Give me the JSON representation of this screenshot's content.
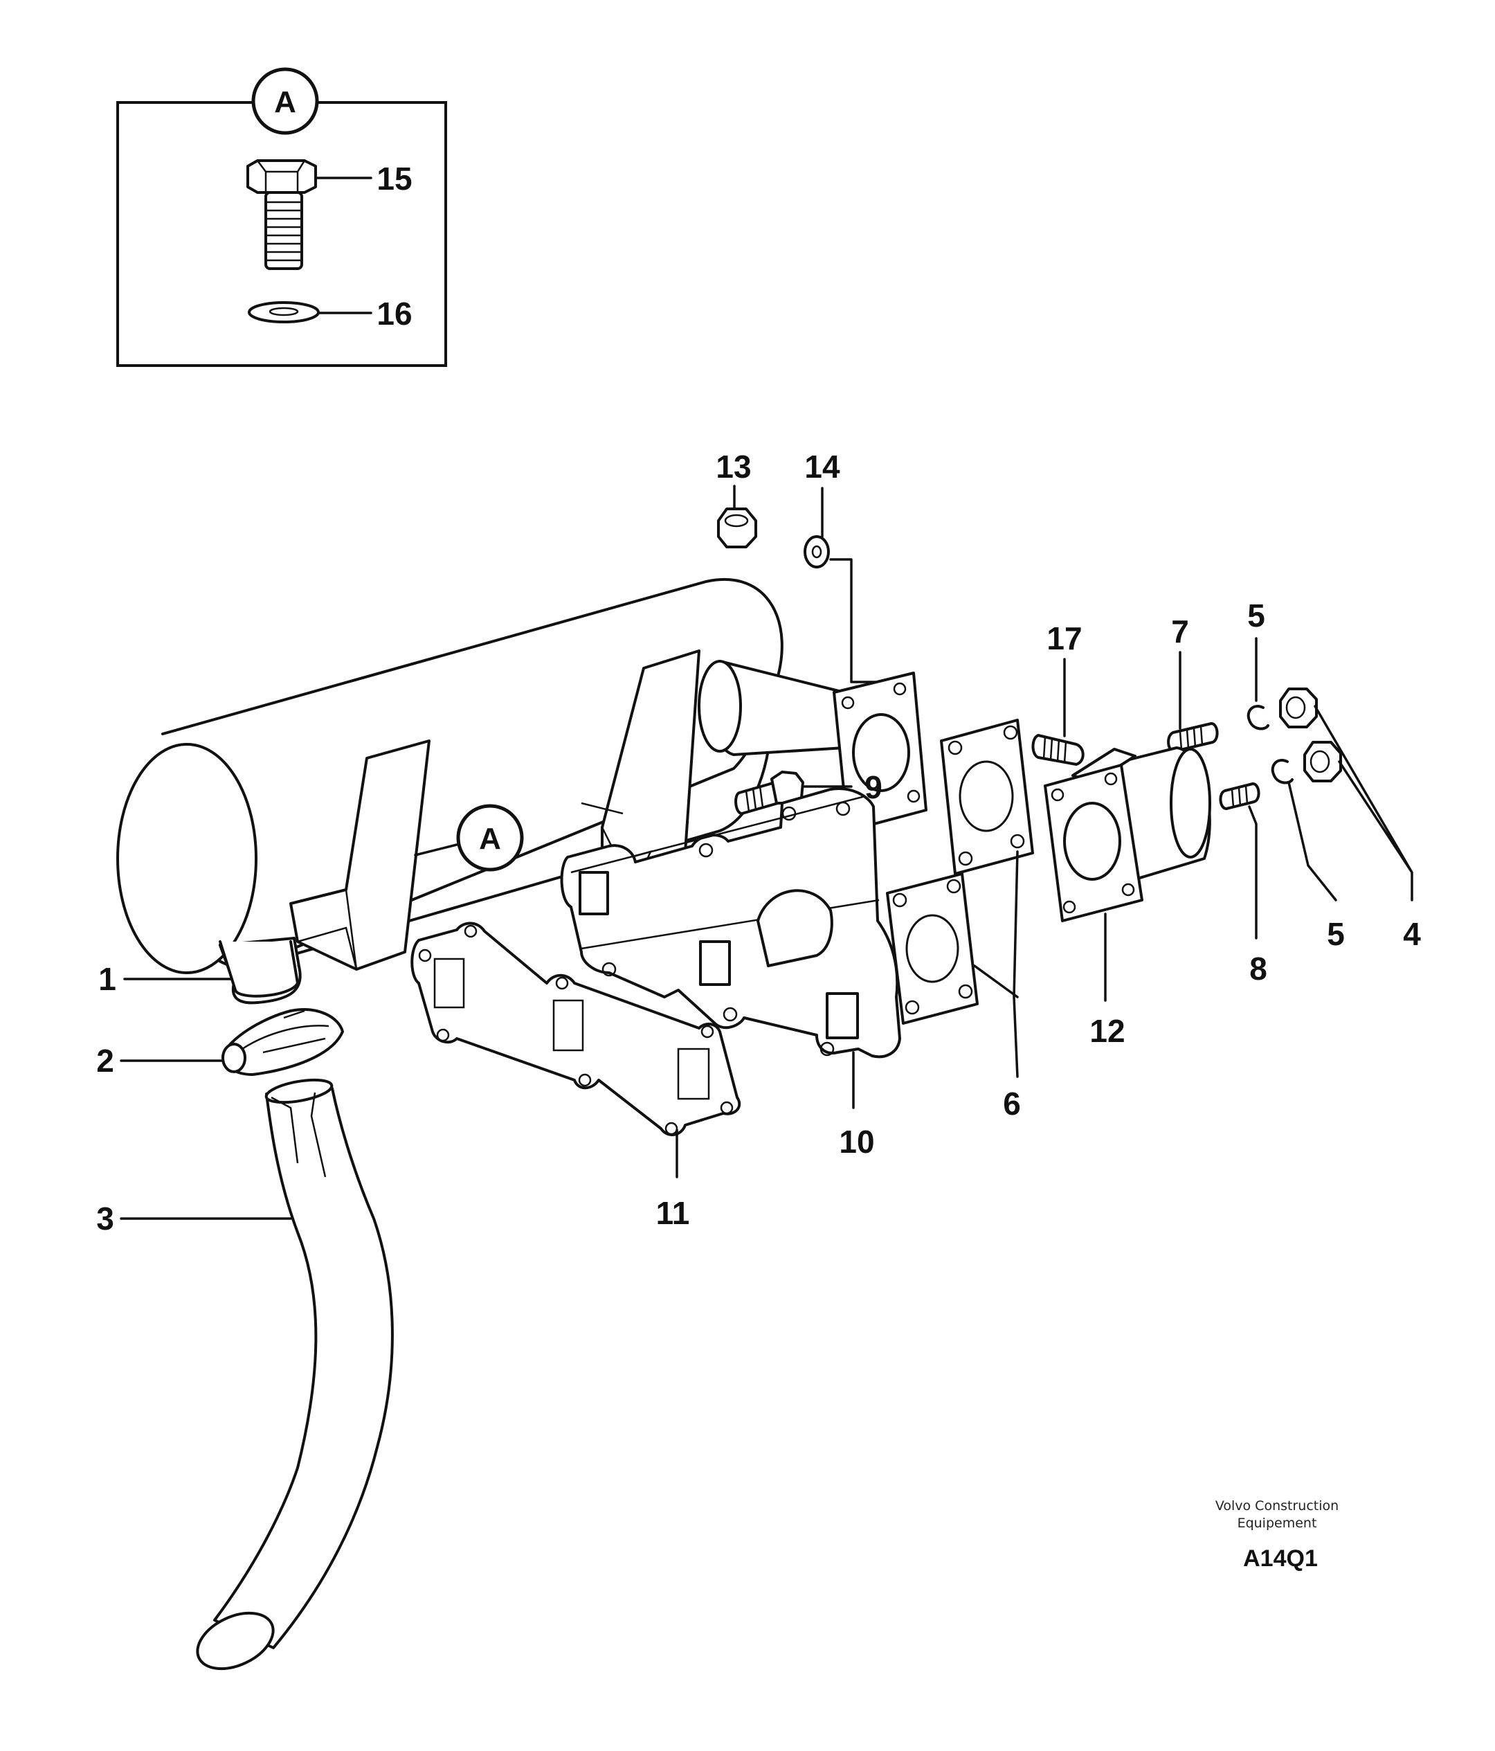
{
  "callout": "A",
  "detail_labels": {
    "bolt": "15",
    "washer": "16"
  },
  "labels": {
    "p1": "1",
    "p2": "2",
    "p3": "3",
    "p4": "4",
    "p5a": "5",
    "p5b": "5",
    "p6": "6",
    "p7": "7",
    "p8": "8",
    "p9": "9",
    "p10": "10",
    "p11": "11",
    "p12": "12",
    "p13": "13",
    "p14": "14",
    "p17": "17"
  },
  "credit": {
    "line1": "Volvo Construction",
    "line2": "Equipement"
  },
  "drawing_code": "A14Q1"
}
